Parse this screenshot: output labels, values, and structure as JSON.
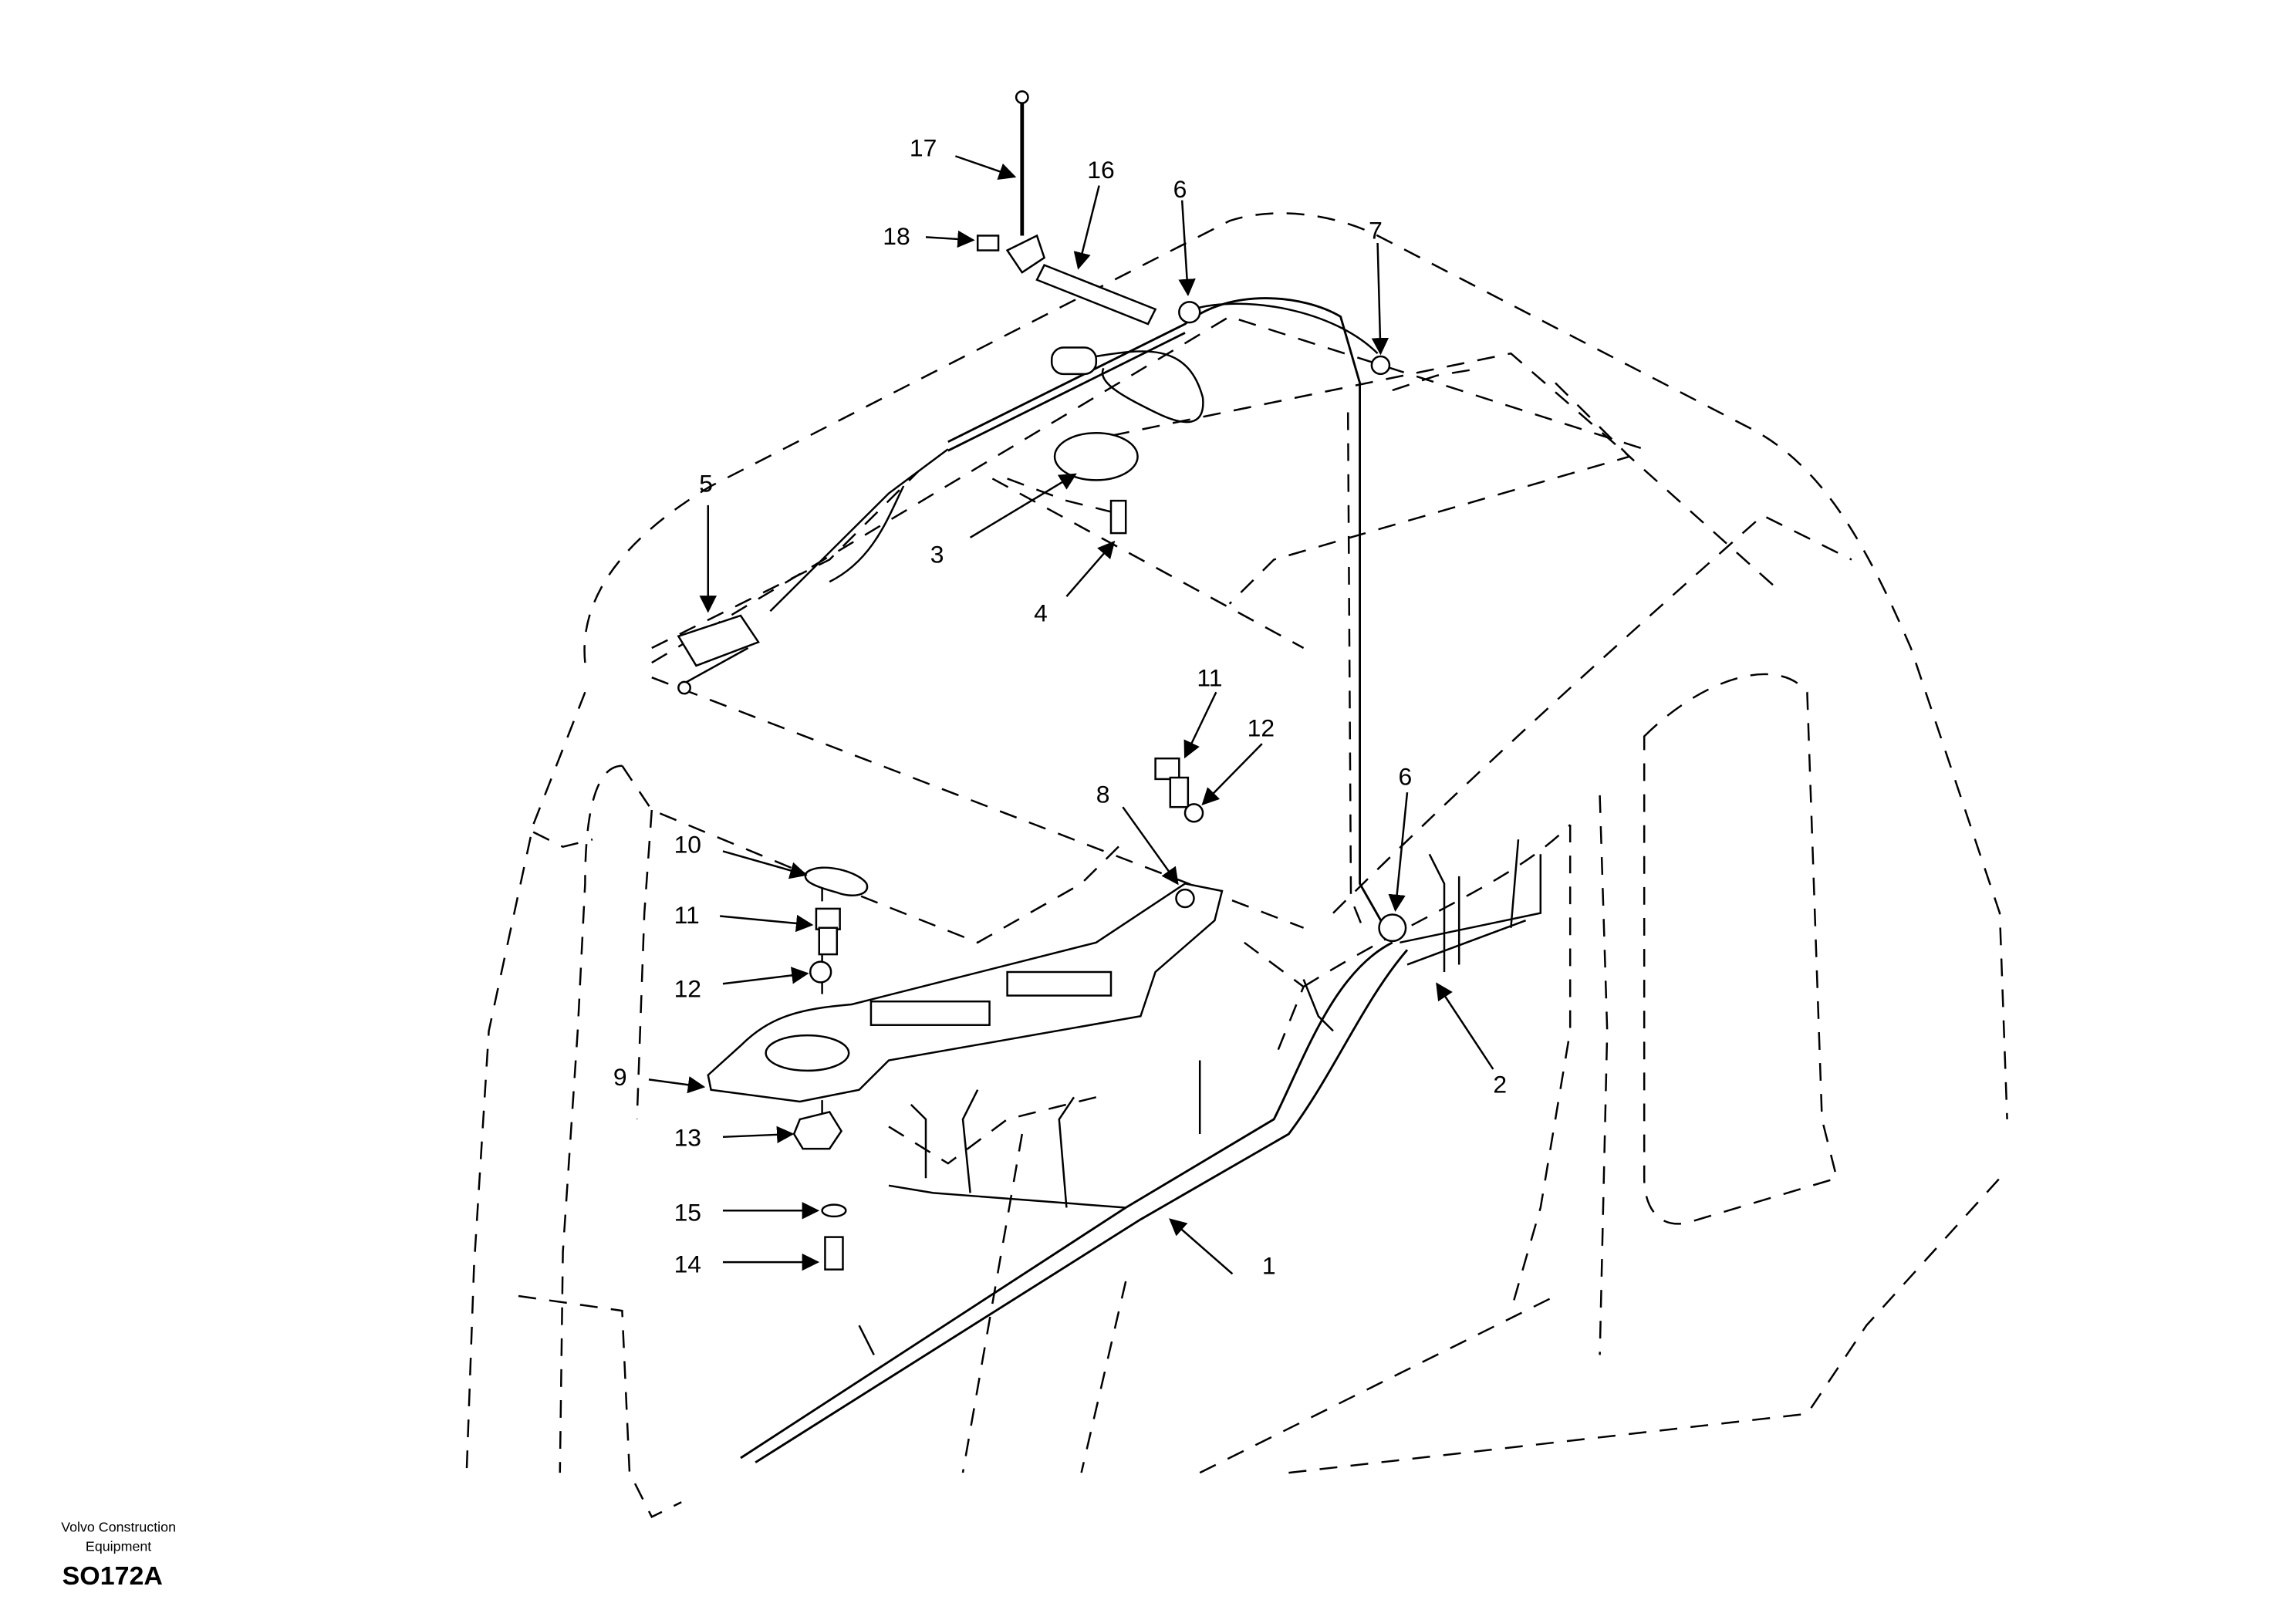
{
  "diagram": {
    "callouts": [
      "1",
      "2",
      "3",
      "4",
      "5",
      "6",
      "6",
      "7",
      "8",
      "9",
      "10",
      "11",
      "11",
      "12",
      "12",
      "13",
      "14",
      "15",
      "16",
      "17",
      "18"
    ],
    "footer": {
      "brand_line1": "Volvo Construction",
      "brand_line2": "Equipment",
      "code": "SO172A"
    }
  },
  "colors": {
    "ink": "#000000",
    "paper": "#ffffff"
  }
}
